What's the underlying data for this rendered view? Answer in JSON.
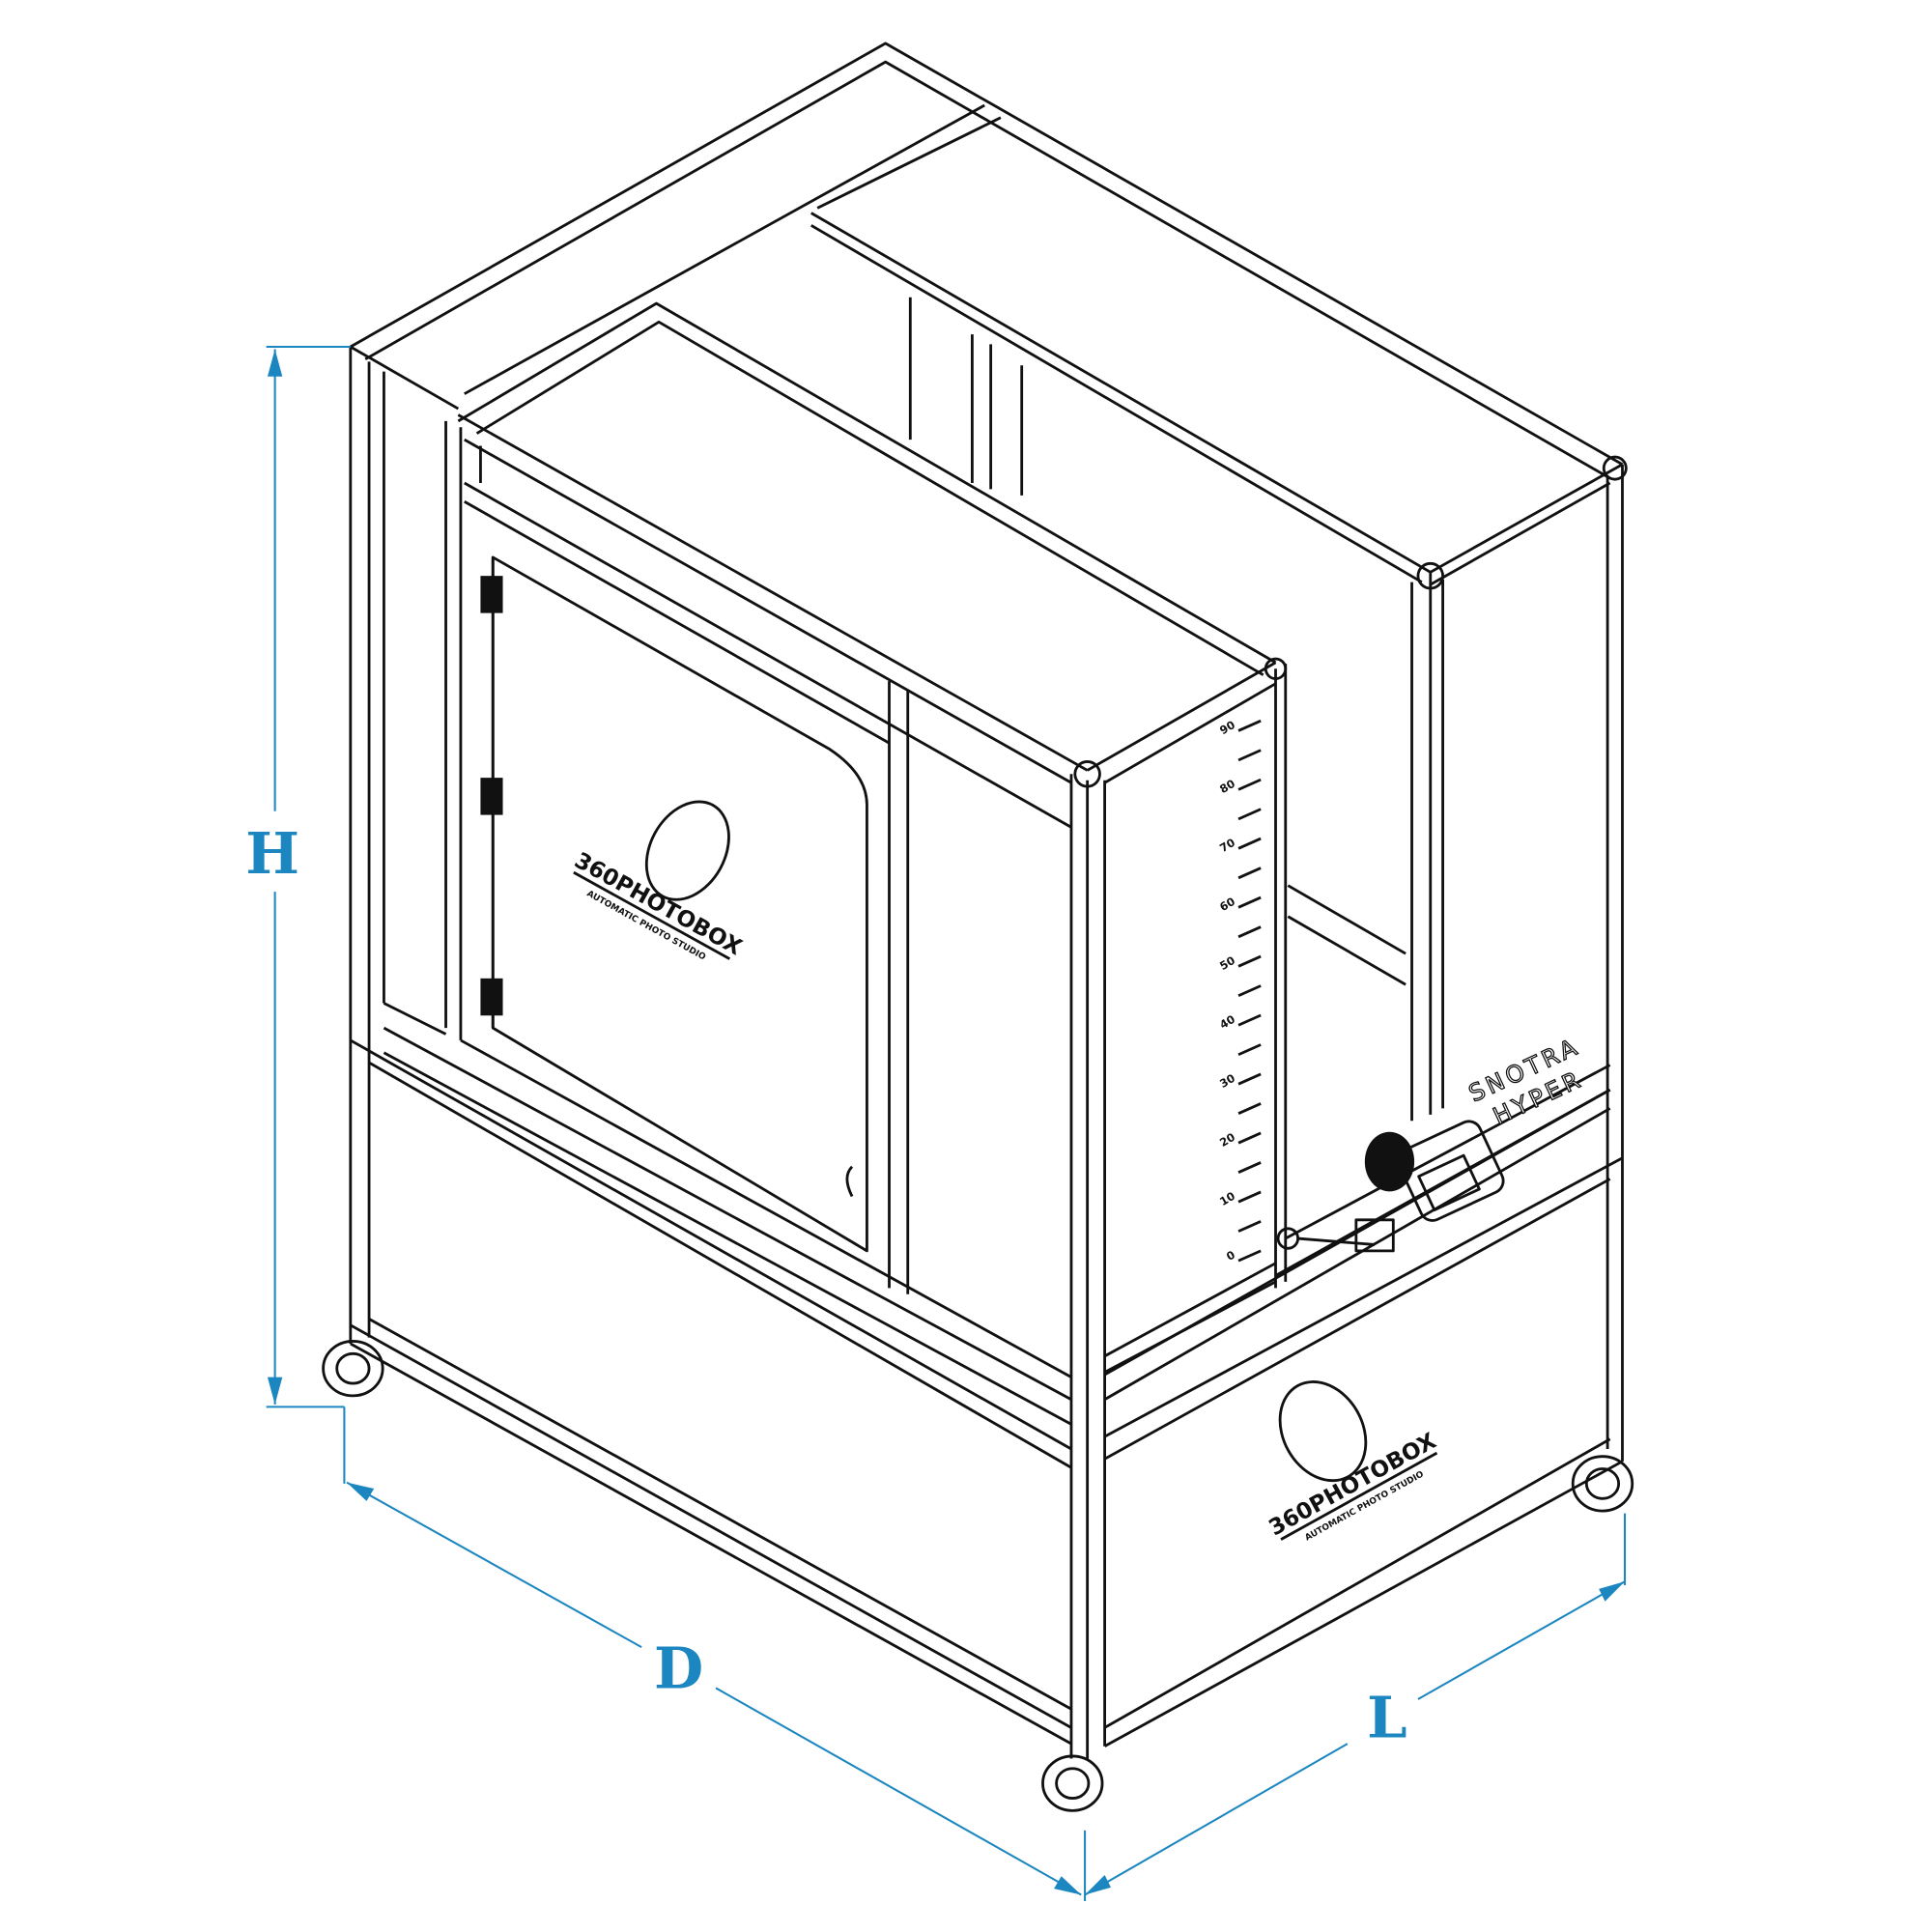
{
  "dimensions": {
    "height_label": "H",
    "depth_label": "D",
    "length_label": "L",
    "color": "#1b86c0"
  },
  "logo": {
    "brand": "360PHOTOBOX",
    "tagline": "AUTOMATIC PHOTO STUDIO"
  },
  "model": {
    "line1": "SNOTRA",
    "line2": "HYPER"
  },
  "scale": {
    "labels": [
      "0",
      "10",
      "20",
      "30",
      "40",
      "50",
      "60",
      "70",
      "80",
      "90"
    ]
  }
}
